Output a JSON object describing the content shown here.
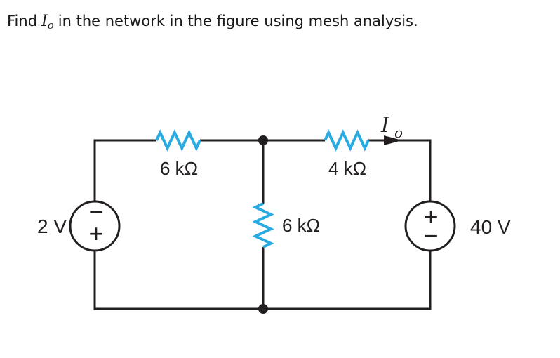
{
  "title": {
    "prefix": "Find",
    "symbol": "I",
    "subscript": "o",
    "suffix": "in the network in the figure using mesh analysis."
  },
  "circuit": {
    "resistor_top_left": {
      "label": "6 kΩ",
      "orientation": "horizontal"
    },
    "resistor_top_right": {
      "label": "4 kΩ",
      "orientation": "horizontal"
    },
    "resistor_middle": {
      "label": "6 kΩ",
      "orientation": "vertical"
    },
    "source_left": {
      "label": "2 V",
      "sign_top": "−",
      "sign_bottom": "+"
    },
    "source_right": {
      "label": "40 V",
      "sign_top": "+",
      "sign_bottom": "−"
    },
    "output_current": {
      "symbol": "I",
      "subscript": "o"
    },
    "colors": {
      "wire": "#231F20",
      "resistor": "#29ABE2"
    }
  }
}
